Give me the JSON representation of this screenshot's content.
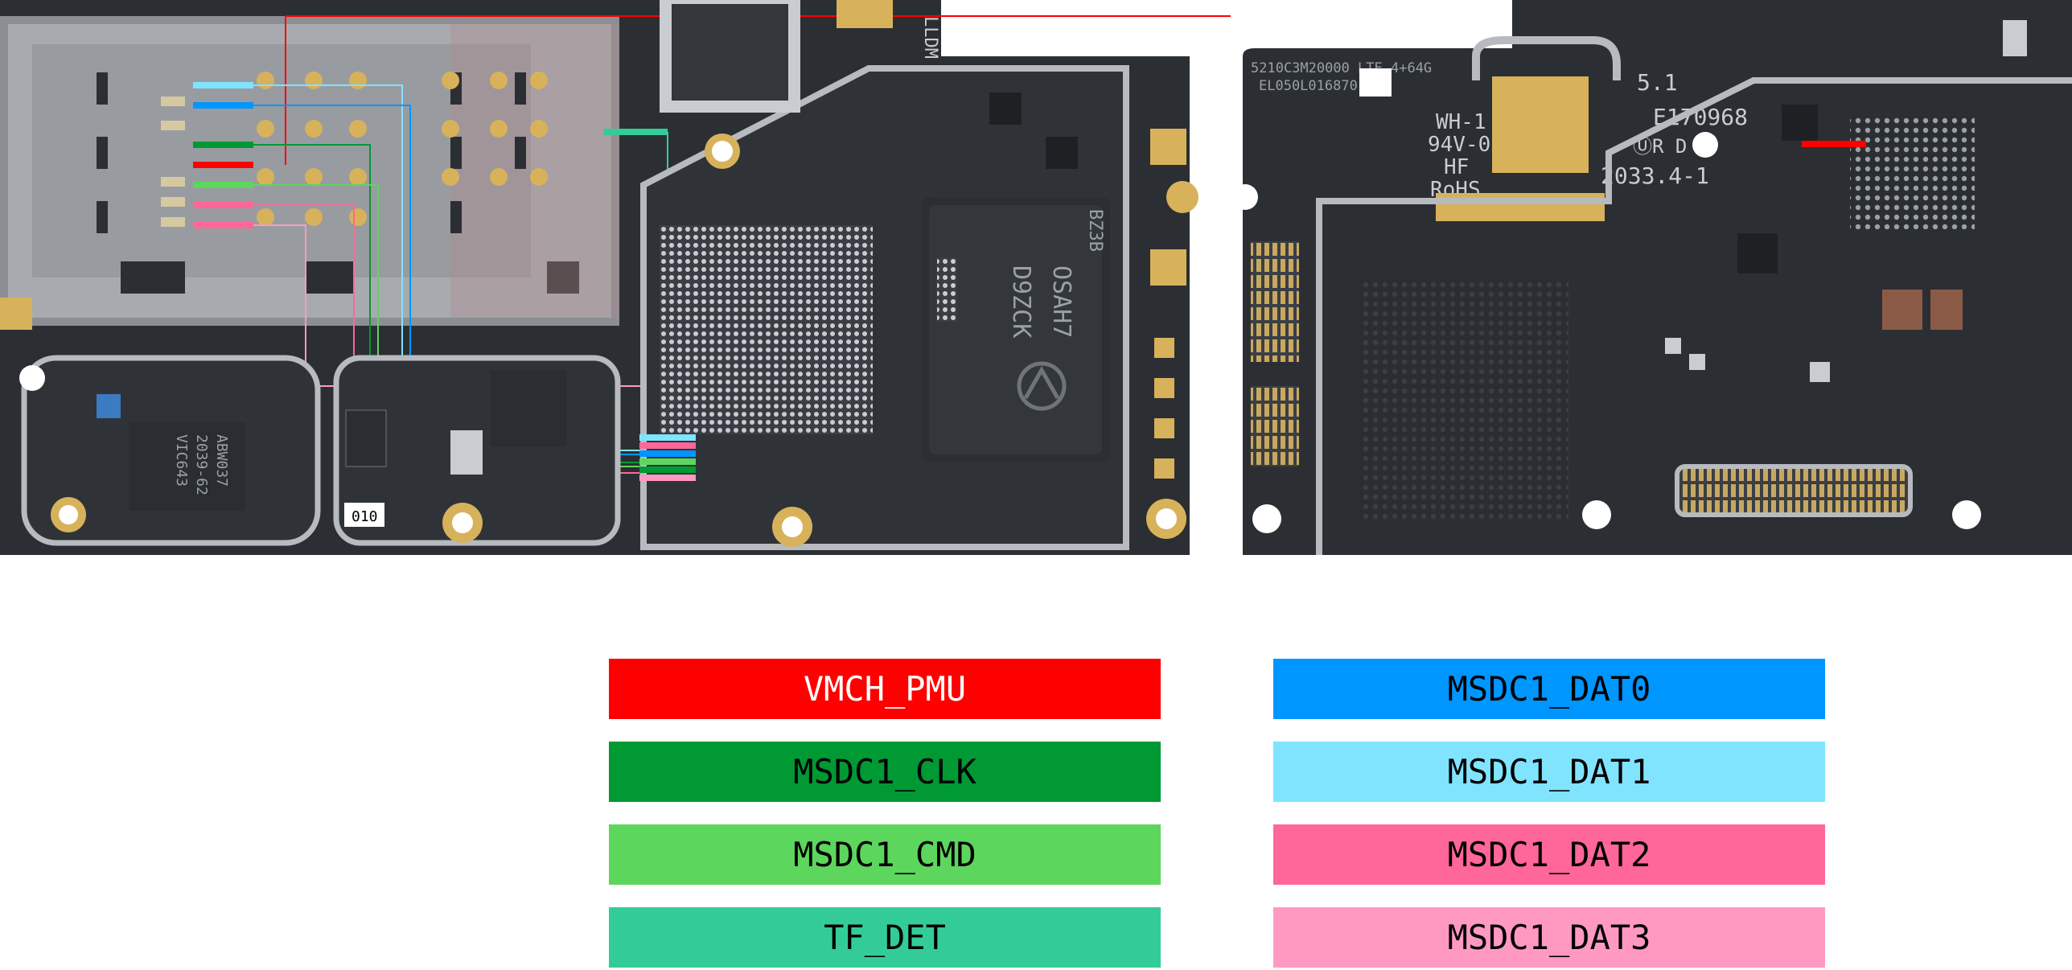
{
  "board": {
    "left_markings": {
      "main_chip": "BZ3B\nD9ZCK\nOSAH7",
      "codec_chip": "VIC643\n2039-62\nABW037",
      "side_label": "LLDM",
      "corner_label": "010"
    },
    "right_markings": {
      "model": "5210C3M20000 LTE 4+64G",
      "serial": "EL050L016870",
      "rating": "WH-1\n94V-0\nHF\nRoHS",
      "version": "5.1",
      "cert": "E170968",
      "date": "2033.4-1"
    }
  },
  "legend": [
    {
      "id": "vmch-pmu",
      "label": "VMCH_PMU",
      "color": "#ff0000",
      "text_color": "#ffffff"
    },
    {
      "id": "msdc1-dat0",
      "label": "MSDC1_DAT0",
      "color": "#0096ff",
      "text_color": "#000000"
    },
    {
      "id": "msdc1-clk",
      "label": "MSDC1_CLK",
      "color": "#009933",
      "text_color": "#000000"
    },
    {
      "id": "msdc1-dat1",
      "label": "MSDC1_DAT1",
      "color": "#80e4ff",
      "text_color": "#000000"
    },
    {
      "id": "msdc1-cmd",
      "label": "MSDC1_CMD",
      "color": "#5dd65d",
      "text_color": "#000000"
    },
    {
      "id": "msdc1-dat2",
      "label": "MSDC1_DAT2",
      "color": "#ff6699",
      "text_color": "#000000"
    },
    {
      "id": "tf-det",
      "label": "TF_DET",
      "color": "#33cc99",
      "text_color": "#000000"
    },
    {
      "id": "msdc1-dat3",
      "label": "MSDC1_DAT3",
      "color": "#ff99c2",
      "text_color": "#000000"
    }
  ]
}
